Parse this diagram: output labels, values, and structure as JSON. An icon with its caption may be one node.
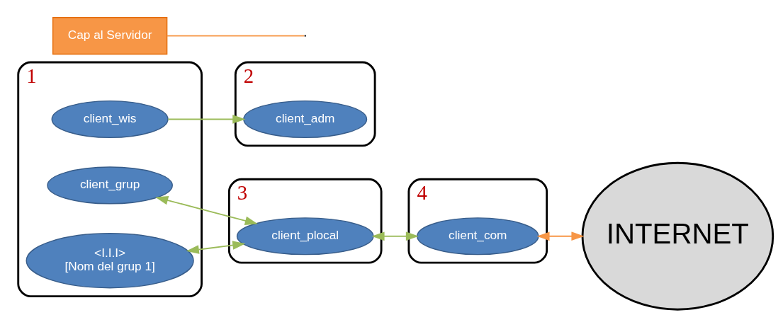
{
  "diagram": {
    "nodes": [
      {
        "text": [
          "1"
        ]
      },
      {
        "text": [
          "client_wis"
        ],
        "in": 0
      },
      {
        "text": [
          "client_grup"
        ],
        "in": 0
      },
      {
        "text": [
          "<I.I.I>",
          "[Nom del grup 1]"
        ],
        "in": 0
      },
      {
        "text": [
          "2"
        ]
      },
      {
        "text": [
          "client_adm"
        ],
        "in": 4
      },
      {
        "text": [
          "3"
        ]
      },
      {
        "text": [
          "client_plocal"
        ],
        "in": 6
      },
      {
        "text": [
          "4"
        ]
      },
      {
        "text": [
          "client_com"
        ],
        "in": 8
      },
      {
        "text": [
          "INTERNET"
        ]
      },
      {
        "text": [
          "Cap al Servidor"
        ]
      }
    ],
    "edges": [
      {
        "from": 1,
        "to": 5,
        "arrow": "to"
      },
      {
        "from": 2,
        "to": 7,
        "arrow": "both"
      },
      {
        "from": 3,
        "to": 7,
        "arrow": "both"
      },
      {
        "from": 7,
        "to": 9,
        "arrow": "both"
      },
      {
        "from": 9,
        "to": 10,
        "arrow": "both",
        "color": "#f79646"
      },
      {
        "from": 11,
        "to": null,
        "arrow": "none",
        "color": "#f79646"
      }
    ]
  }
}
